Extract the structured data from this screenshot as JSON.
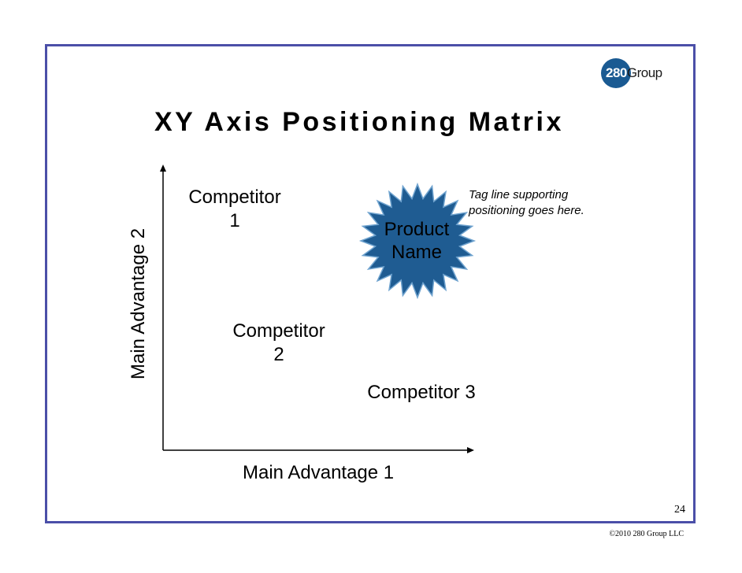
{
  "logo": {
    "number": "280",
    "word": "Group"
  },
  "title": "XY Axis Positioning Matrix",
  "axes": {
    "y_label": "Main Advantage 2",
    "x_label": "Main Advantage 1"
  },
  "competitors": [
    {
      "line1": "Competitor",
      "line2": "1"
    },
    {
      "line1": "Competitor",
      "line2": "2"
    },
    {
      "line1": "Competitor 3",
      "line2": ""
    }
  ],
  "product": {
    "line1": "Product",
    "line2": "Name",
    "burst_color": "#1f5c92",
    "burst_stroke": "#6fa3cf"
  },
  "tagline": {
    "line1": "Tag line supporting",
    "line2": "positioning goes here."
  },
  "footer": {
    "page_number": "24",
    "copyright": "©2010 280 Group LLC"
  },
  "colors": {
    "frame": "#4b4fa8",
    "logo": "#1a5a92"
  }
}
